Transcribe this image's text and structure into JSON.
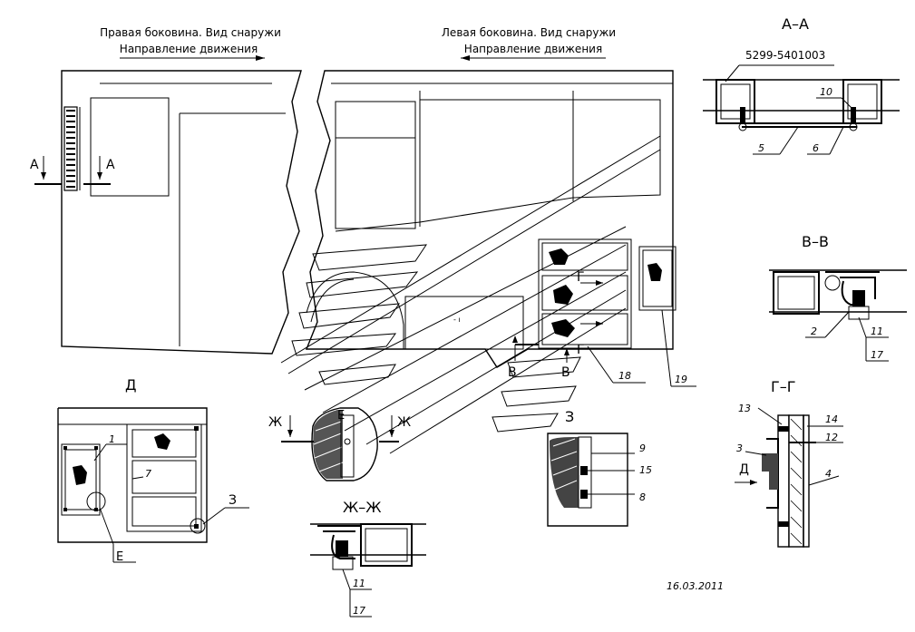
{
  "views": {
    "right_side": {
      "title": "Правая боковина. Вид снаружи",
      "direction": "Направление движения"
    },
    "left_side": {
      "title": "Левая боковина. Вид снаружи",
      "direction": "Направление движения"
    }
  },
  "section_labels": {
    "aa": "А–А",
    "bb": "В–В",
    "gg": "Г–Г",
    "zhzh": "Ж–Ж",
    "d": "Д",
    "z": "З"
  },
  "cut_markers": {
    "a": "А",
    "v": "В",
    "g": "Г",
    "e": "Е",
    "zh": "Ж",
    "d": "Д",
    "z": "З"
  },
  "part_number": "5299-5401003",
  "callouts": {
    "n1": "1",
    "n2": "2",
    "n3": "3",
    "n4": "4",
    "n5": "5",
    "n6": "6",
    "n7": "7",
    "n8": "8",
    "n9": "9",
    "n10": "10",
    "n11": "11",
    "n12": "12",
    "n13": "13",
    "n14": "14",
    "n15": "15",
    "n17": "17",
    "n18": "18",
    "n19": "19"
  },
  "date": "16.03.2011"
}
